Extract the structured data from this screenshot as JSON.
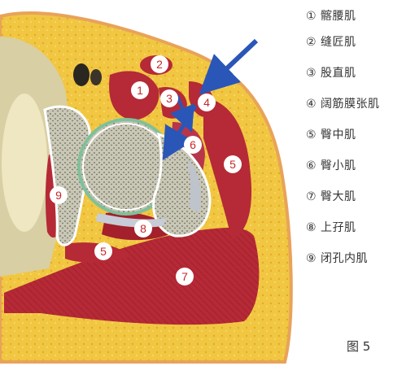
{
  "legend": [
    "① 髂腰肌",
    "② 缝匠肌",
    "③ 股直肌",
    "④ 阔筋膜张肌",
    "⑤ 臀中肌",
    "⑥ 臀小肌",
    "⑦ 臀大肌",
    "⑧ 上孖肌",
    "⑨ 闭孔内肌"
  ],
  "markers": [
    "1",
    "2",
    "3",
    "4",
    "5",
    "6",
    "5",
    "7",
    "8",
    "9"
  ],
  "caption": "图 5",
  "colors": {
    "fat": "#f1c742",
    "skin": "#e8a35a",
    "muscle": "#b52a36",
    "bone": "#c9c7b5",
    "arrow": "#2a56b8"
  }
}
